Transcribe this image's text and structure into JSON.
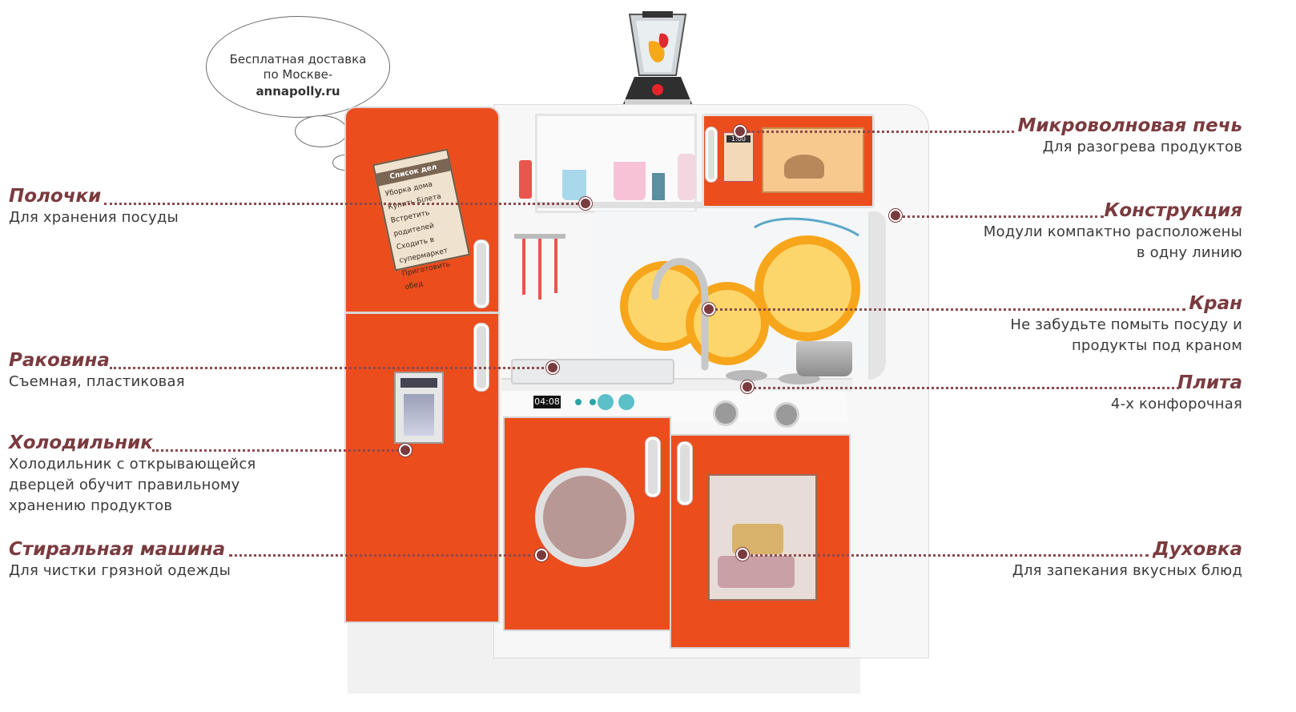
{
  "bubble": {
    "line1": "Бесплатная доставка",
    "line2": "по Москве-",
    "site": "annapolly.ru"
  },
  "callouts": {
    "shelves": {
      "title": "Полочки",
      "desc": [
        "Для хранения посуды"
      ]
    },
    "sink": {
      "title": "Раковина",
      "desc": [
        "Съемная, пластиковая"
      ]
    },
    "fridge": {
      "title": "Холодильник",
      "desc": [
        "Холодильник с открывающейся",
        "дверцей обучит правильному",
        "хранению продуктов"
      ]
    },
    "washer": {
      "title": "Стиральная машина",
      "desc": [
        "Для чистки грязной одежды"
      ]
    },
    "microwave": {
      "title": "Микроволновая печь",
      "desc": [
        "Для разогрева продуктов"
      ]
    },
    "structure": {
      "title": "Конструкция",
      "desc": [
        "Модули компактно расположены",
        "в одну линию"
      ]
    },
    "faucet": {
      "title": "Кран",
      "desc": [
        "Не забудьте помыть посуду и",
        "продукты под краном"
      ]
    },
    "stove": {
      "title": "Плита",
      "desc": [
        "4-х конфорочная"
      ]
    },
    "oven": {
      "title": "Духовка",
      "desc": [
        "Для запекания вкусных блюд"
      ]
    }
  },
  "kitchen": {
    "clock": "04:08",
    "microwave_display": "1:00",
    "sticker": {
      "title": "Список дел",
      "items": [
        "Уборка дома",
        "Купить Білета",
        "Встретить родителей",
        "Сходить в супермаркет",
        "Приготовить обед"
      ]
    }
  },
  "colors": {
    "accent_orange": "#ec4d1d",
    "label_color": "#7a3b3f",
    "body_white": "#f7f7f7"
  }
}
